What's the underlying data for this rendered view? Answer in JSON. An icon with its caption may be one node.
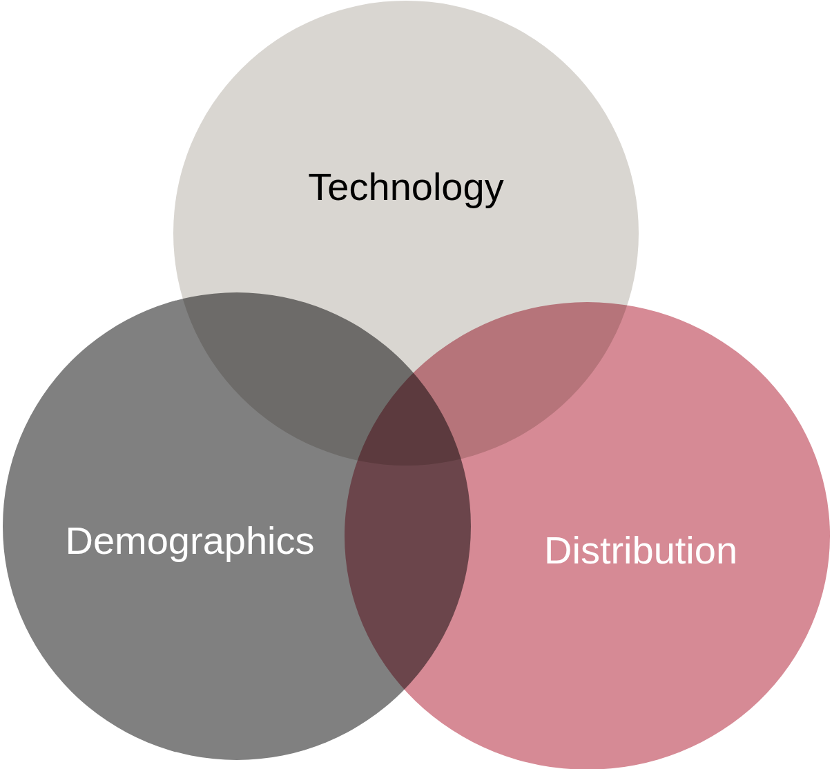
{
  "diagram": {
    "nodes": [
      {
        "text": [
          "Technology"
        ]
      },
      {
        "text": [
          "Demographics"
        ]
      },
      {
        "text": [
          "Distribution"
        ]
      }
    ]
  }
}
